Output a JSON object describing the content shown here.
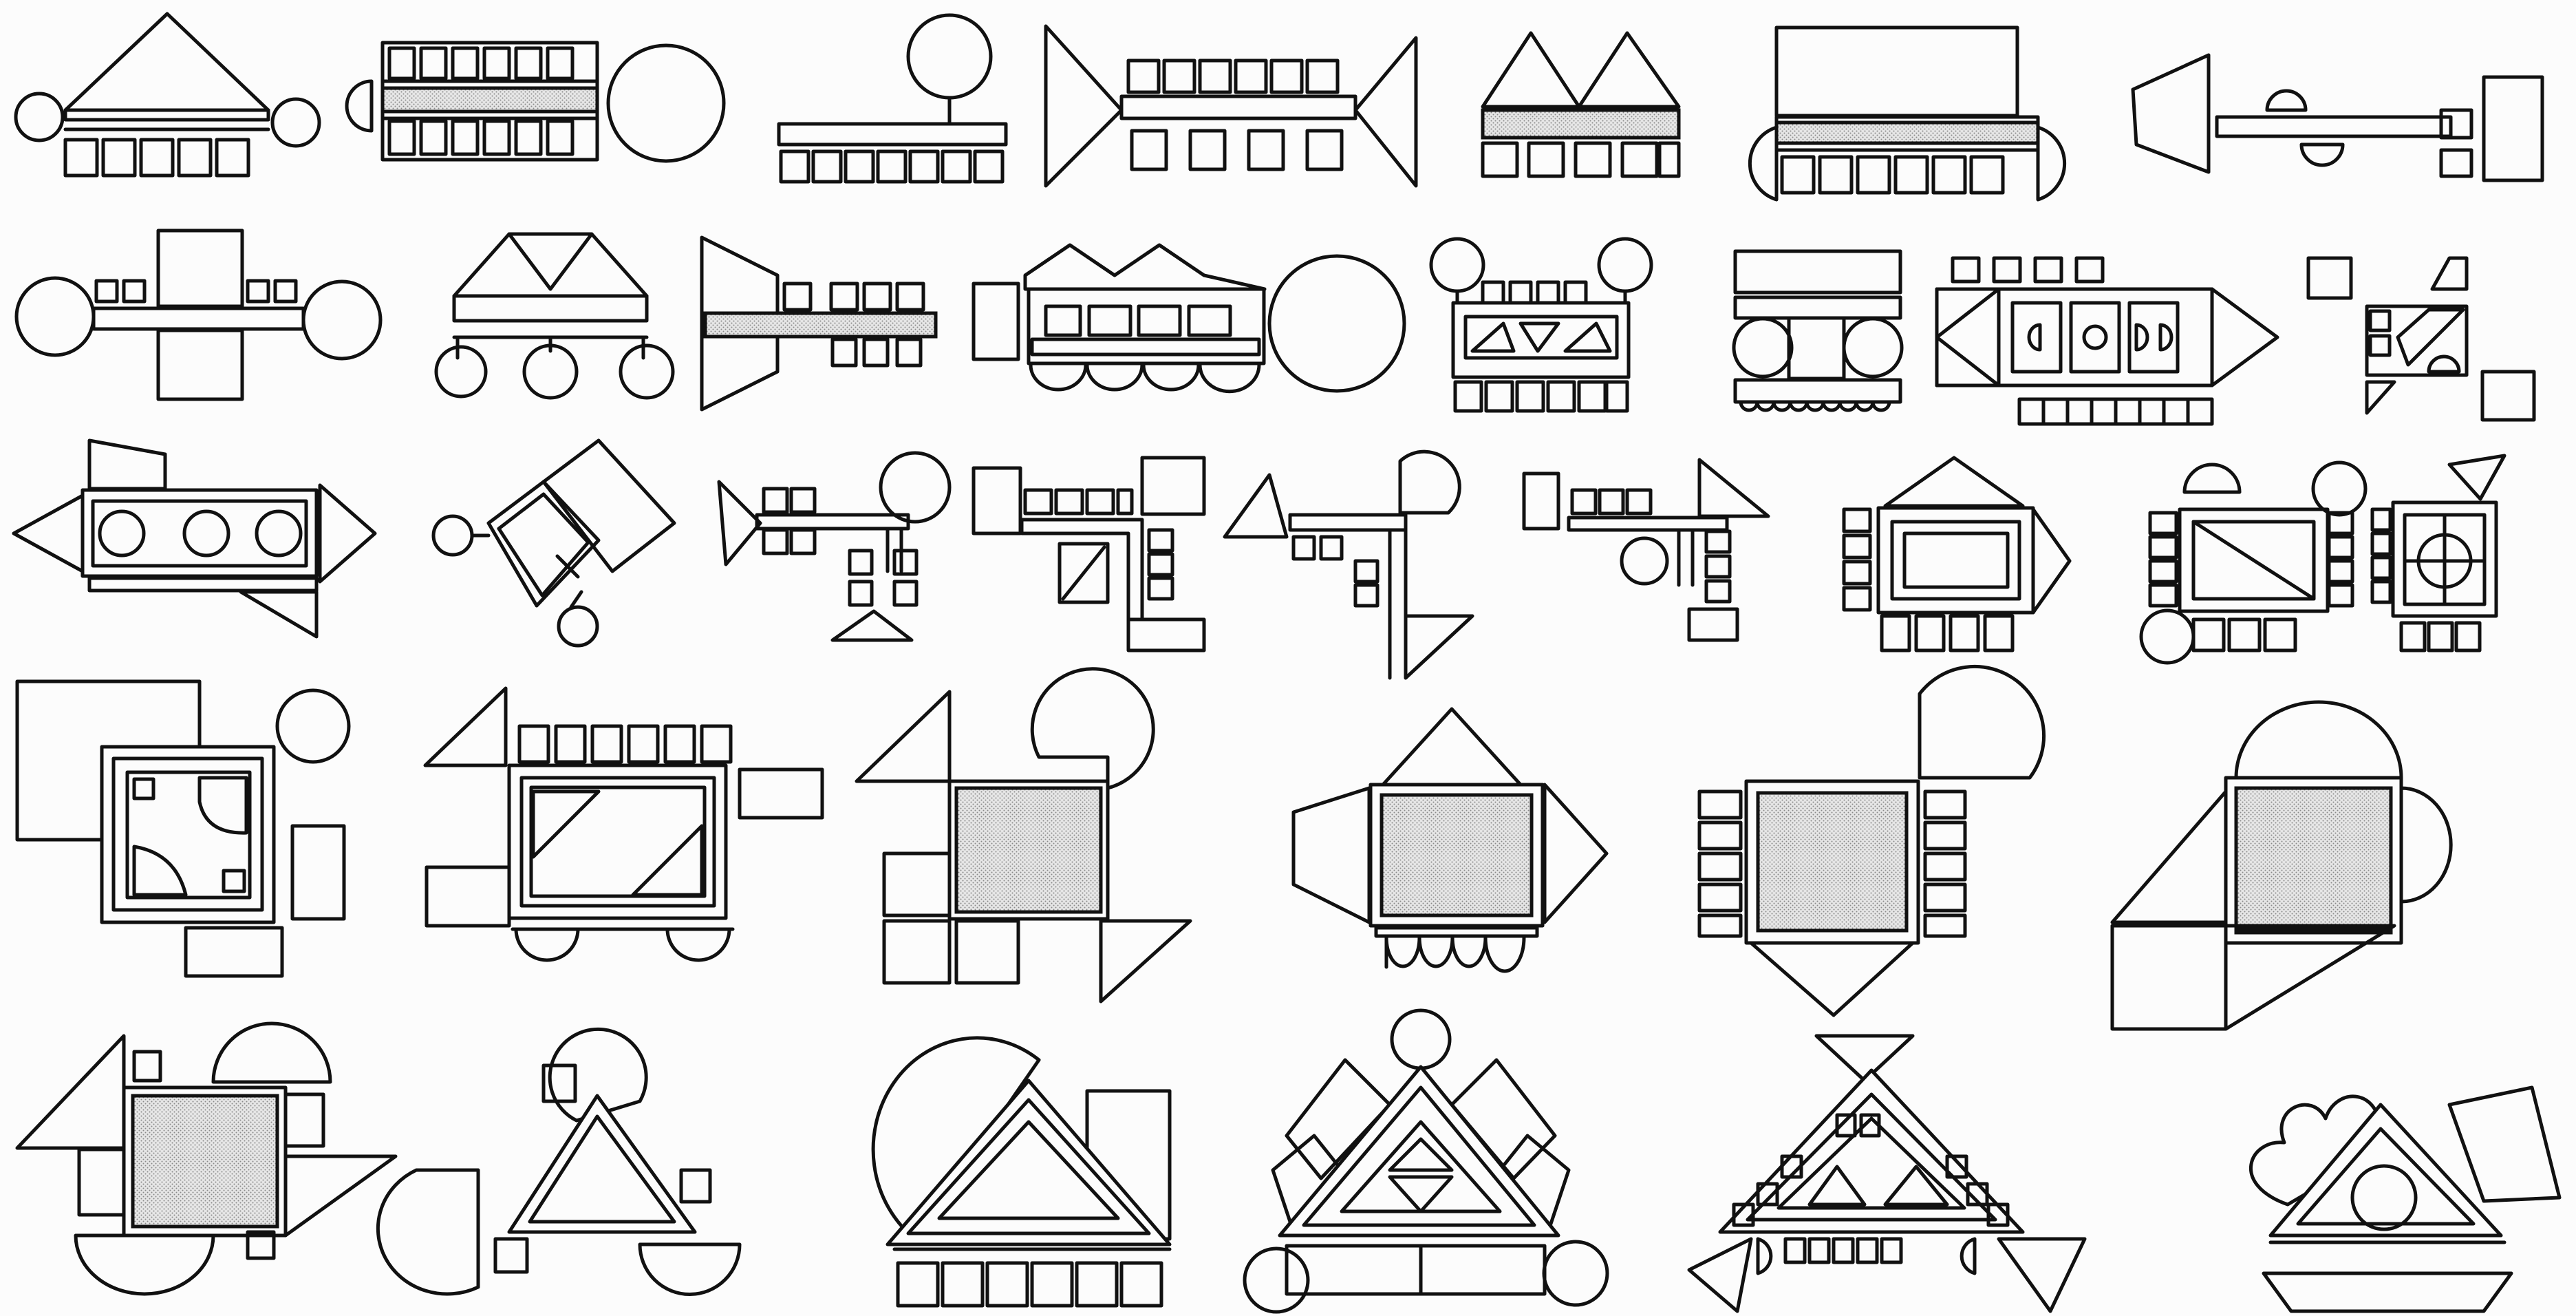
{
  "sheet": {
    "background": "#fcfcfc",
    "ink": "#111111",
    "stipple": "#8a8a8a",
    "rows": [
      {
        "figures": [
          "pagoda-plan",
          "circle-bar-plan",
          "tree-plan",
          "fish-plan",
          "twin-gable-plan",
          "dome-block-plan",
          "arrow-bar-plan"
        ]
      },
      {
        "figures": [
          "cross-axis-plan",
          "v-roof-plan",
          "wedge-plan",
          "twin-dome-plan",
          "tower-plan",
          "i-beam-plan",
          "capsule-plan",
          "step-plan"
        ]
      },
      {
        "figures": [
          "rocket-plan",
          "diamond-plan",
          "flag-plan",
          "corner-plan",
          "angle-plan",
          "pennant-plan",
          "house-plan",
          "double-court-plan"
        ]
      },
      {
        "figures": [
          "courtyard-plan",
          "frame-plan",
          "pinwheel-plan",
          "axial-plan",
          "ladder-plan",
          "quadrant-plan"
        ]
      },
      {
        "figures": [
          "spiral-plan",
          "triangle-plan",
          "arch-triangle-plan",
          "pyramid-plan",
          "star-triangle-plan",
          "lobed-triangle-plan"
        ]
      }
    ]
  }
}
